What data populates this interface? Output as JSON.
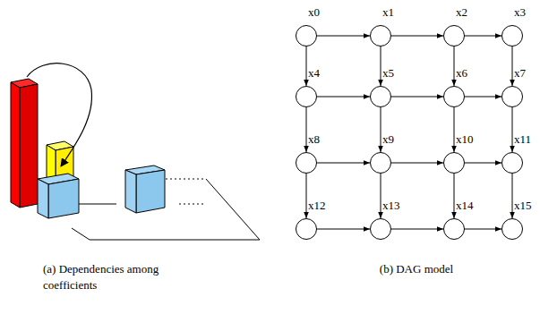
{
  "diagram": {
    "nodes": [
      {
        "text": [
          "x0"
        ]
      },
      {
        "text": [
          "x1"
        ]
      },
      {
        "text": [
          "x2"
        ]
      },
      {
        "text": [
          "x3"
        ]
      },
      {
        "text": [
          "x4"
        ]
      },
      {
        "text": [
          "x5"
        ]
      },
      {
        "text": [
          "x6"
        ]
      },
      {
        "text": [
          "x7"
        ]
      },
      {
        "text": [
          "x8"
        ]
      },
      {
        "text": [
          "x9"
        ]
      },
      {
        "text": [
          "x10"
        ]
      },
      {
        "text": [
          "x11"
        ]
      },
      {
        "text": [
          "x12"
        ]
      },
      {
        "text": [
          "x13"
        ]
      },
      {
        "text": [
          "x14"
        ]
      },
      {
        "text": [
          "x15"
        ]
      }
    ],
    "edges": [
      {
        "from": 0,
        "to": 1,
        "arrow": "to"
      },
      {
        "from": 1,
        "to": 2,
        "arrow": "to"
      },
      {
        "from": 2,
        "to": 3,
        "arrow": "to"
      },
      {
        "from": 4,
        "to": 5,
        "arrow": "to"
      },
      {
        "from": 5,
        "to": 6,
        "arrow": "to"
      },
      {
        "from": 6,
        "to": 7,
        "arrow": "to"
      },
      {
        "from": 8,
        "to": 9,
        "arrow": "to"
      },
      {
        "from": 9,
        "to": 10,
        "arrow": "to"
      },
      {
        "from": 10,
        "to": 11,
        "arrow": "to"
      },
      {
        "from": 12,
        "to": 13,
        "arrow": "to"
      },
      {
        "from": 13,
        "to": 14,
        "arrow": "to"
      },
      {
        "from": 14,
        "to": 15,
        "arrow": "to"
      },
      {
        "from": 0,
        "to": 4,
        "arrow": "to"
      },
      {
        "from": 4,
        "to": 8,
        "arrow": "to"
      },
      {
        "from": 8,
        "to": 12,
        "arrow": "to"
      },
      {
        "from": 1,
        "to": 5,
        "arrow": "to"
      },
      {
        "from": 5,
        "to": 9,
        "arrow": "to"
      },
      {
        "from": 9,
        "to": 13,
        "arrow": "to"
      },
      {
        "from": 2,
        "to": 6,
        "arrow": "to"
      },
      {
        "from": 6,
        "to": 10,
        "arrow": "to"
      },
      {
        "from": 10,
        "to": 14,
        "arrow": "to"
      },
      {
        "from": 3,
        "to": 7,
        "arrow": "to"
      },
      {
        "from": 7,
        "to": 11,
        "arrow": "to"
      },
      {
        "from": 11,
        "to": 15,
        "arrow": "to"
      }
    ],
    "labels": [
      "(a) Dependencies among coefficients",
      "(b) DAG model"
    ]
  }
}
